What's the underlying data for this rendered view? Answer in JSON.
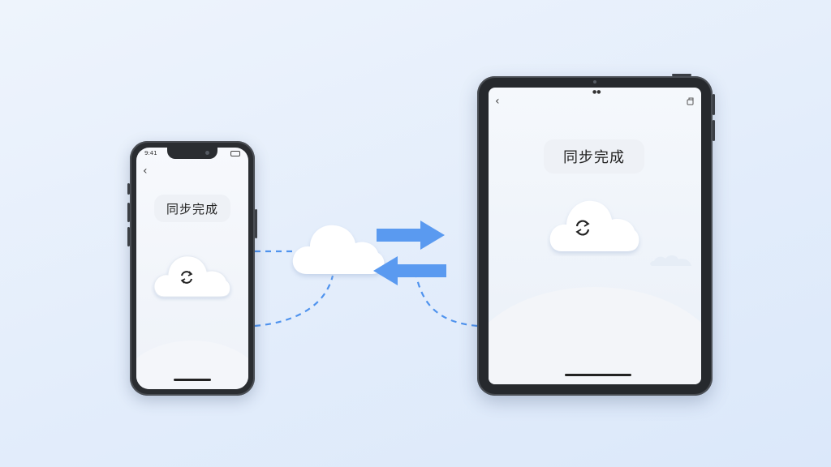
{
  "phone": {
    "status_time": "9:41",
    "back_glyph": "‹",
    "title": "同步完成"
  },
  "tablet": {
    "status_dots": "●●",
    "back_glyph": "‹",
    "title": "同步完成"
  },
  "icons": {
    "sync": "sync-icon",
    "cloud": "cloud-icon",
    "arrow_right": "arrow-right-icon",
    "arrow_left": "arrow-left-icon"
  },
  "colors": {
    "accent": "#4f93ee",
    "device_frame": "#2a2d31",
    "background": "#e3edfb"
  }
}
